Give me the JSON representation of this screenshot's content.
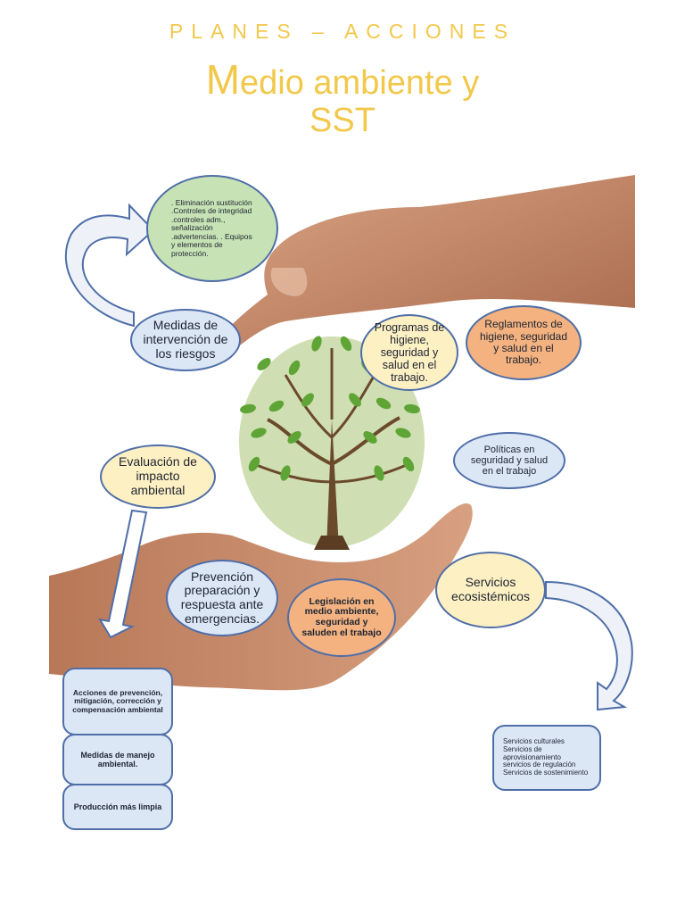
{
  "header": {
    "kicker": "PLANES – ACCIONES",
    "title_first_letter": "M",
    "title_line1_rest": "edio ambiente y",
    "title_line2": "SST"
  },
  "nodes": {
    "control_list": ". Eliminación sustitución .Controles de integridad .controles adm., señalización .advertencias. . Equipos y elementos de protección.",
    "medidas_intervencion": "Medidas de intervención de los riesgos",
    "programas": "Programas de higiene, seguridad y salud en el trabajo.",
    "reglamentos": "Reglamentos de higiene, seguridad y salud en el trabajo.",
    "evaluacion": "Evaluación de impacto ambiental",
    "politicas": "Políticas en seguridad y salud en el trabajo",
    "prevencion": "Prevención preparación y respuesta ante emergencias.",
    "legislacion": "Legislación en medio ambiente, seguridad y saluden el trabajo",
    "servicios": "Servicios ecosistémicos",
    "acciones": "Acciones de prevención, mitigación, corrección y compensación ambiental",
    "medidas_manejo": "Medidas de manejo ambiental.",
    "produccion": "Producción más limpia",
    "servicios_list": "Servicios culturales Servicios de aprovisionamiento servicios de regulación Servicios de sostenimiento"
  },
  "colors": {
    "accent_yellow": "#f2c84b",
    "border_blue": "#4f6ea8",
    "node_green": "#c7e2b4",
    "node_blue": "#dce7f6",
    "node_cream": "#fdf0c2",
    "node_orange": "#f3b27f",
    "leaf_green": "#5fa536",
    "skin": "#c98e6e"
  },
  "icons": {
    "hands": "cupped-hands-photo",
    "tree": "tree-icon",
    "arrows": "curved-arrow-icon"
  }
}
